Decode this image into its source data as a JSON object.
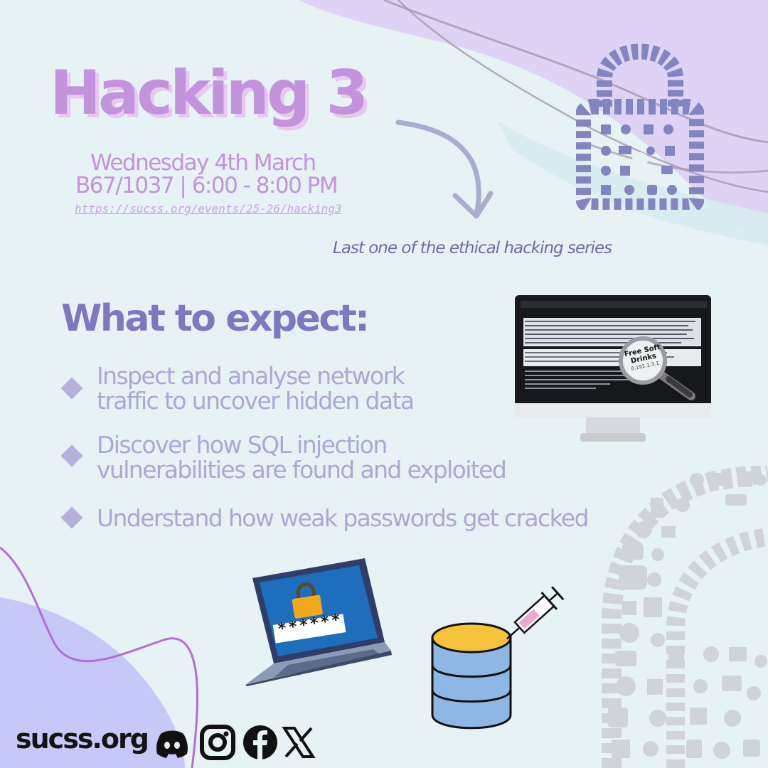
{
  "event": {
    "title": "Hacking 3",
    "date": "Wednesday 4th March",
    "location_time": "B67/1037 | 6:00 - 8:00 PM",
    "url": "https://sucss.org/events/25-26/hacking3",
    "tagline": "Last one of the ethical hacking series"
  },
  "expect": {
    "heading": "What to expect:",
    "bullets": [
      {
        "line1": "Inspect and analyse network",
        "line2": "traffic to uncover hidden data"
      },
      {
        "line1": "Discover how SQL injection",
        "line2": "vulnerabilities are found and exploited"
      },
      {
        "line1": "Understand how weak passwords get cracked",
        "line2": ""
      }
    ]
  },
  "monitor": {
    "badge_line1": "Free Soft",
    "badge_line2": "Drinks",
    "badge_line3": "8.192.1.3.1"
  },
  "laptop": {
    "password_mask": "******"
  },
  "footer": {
    "site": "sucss.org",
    "social_icons": [
      "discord-icon",
      "instagram-icon",
      "facebook-icon",
      "x-icon"
    ]
  },
  "colors": {
    "background": "#e7f2f5",
    "title": "#c393de",
    "heading": "#7d78bf",
    "bullet_text": "#aca7d3",
    "blob_lavender": "#ded3f4",
    "blob_blue": "#c6c8f7",
    "icon_grey": "#d0d3d8"
  }
}
